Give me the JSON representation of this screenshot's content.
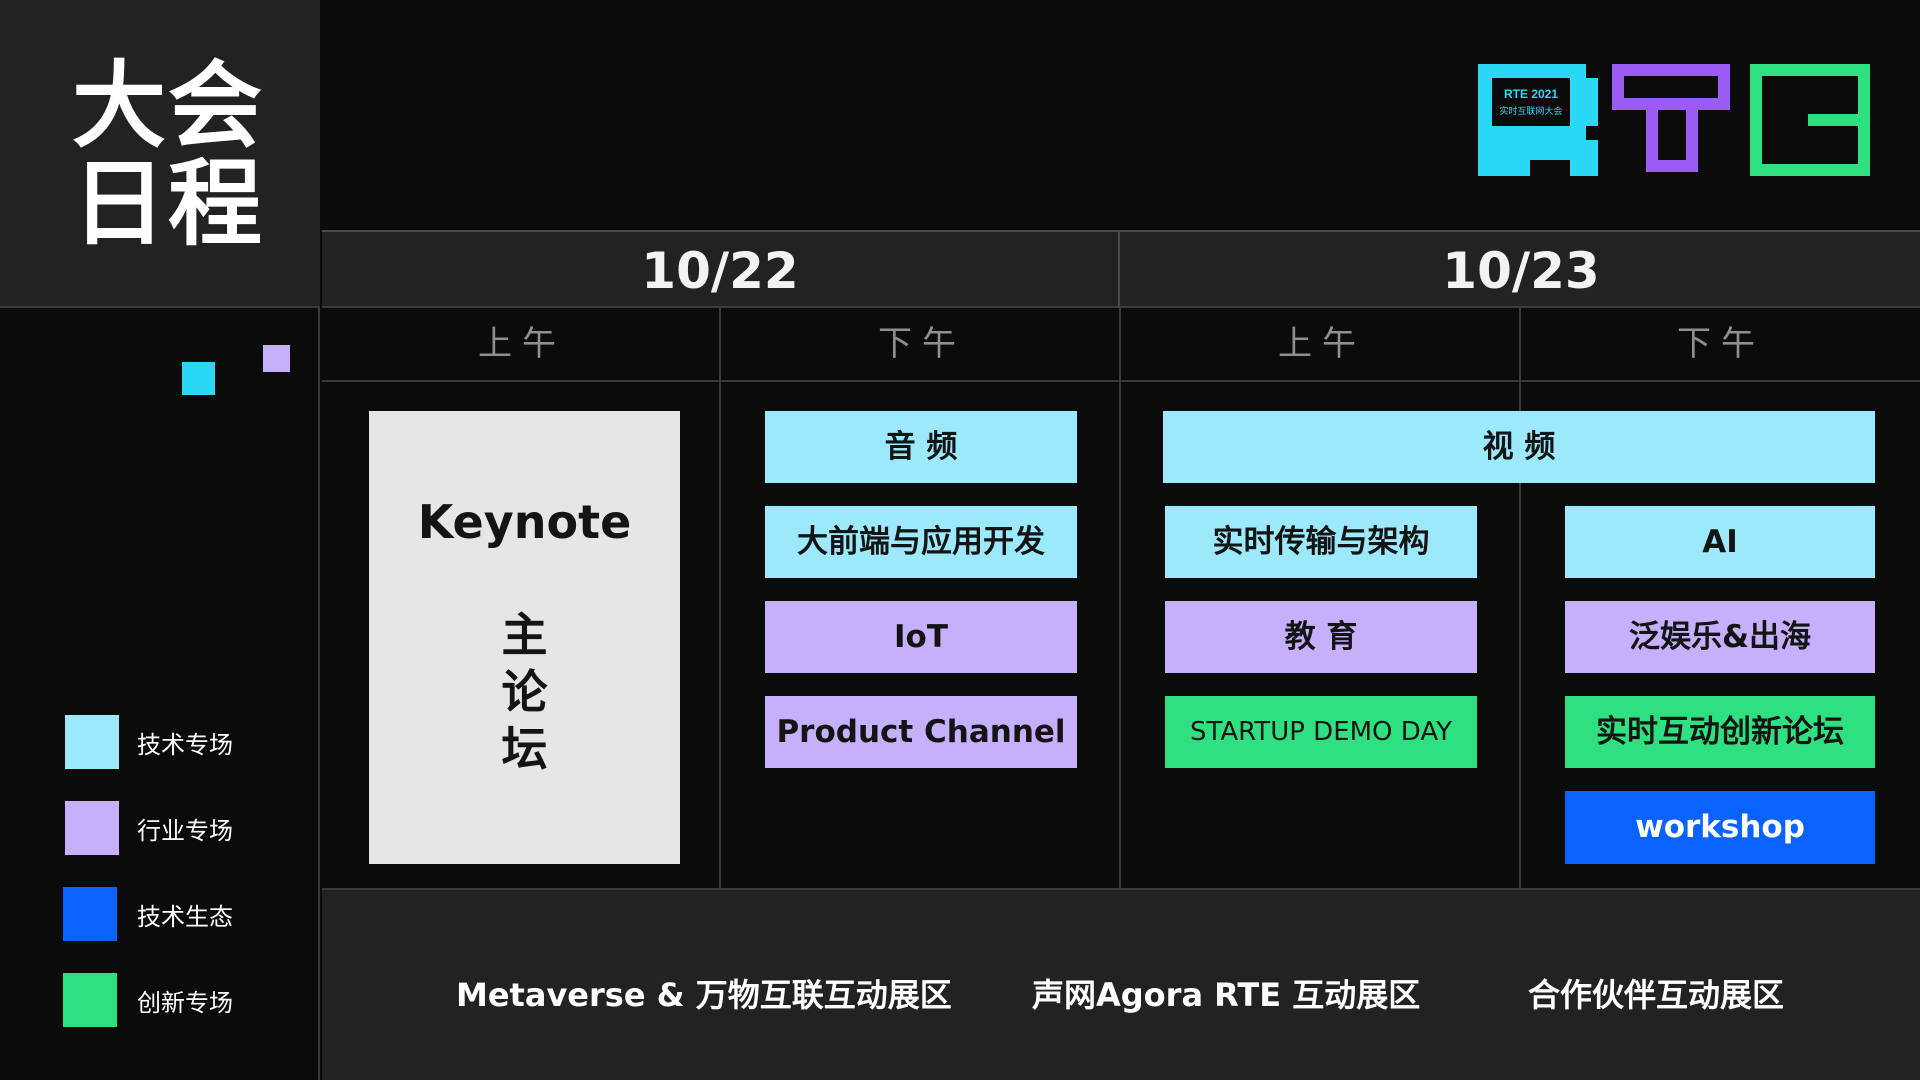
{
  "page": {
    "title_line1": "大会",
    "title_line2": "日程"
  },
  "dates": [
    "10/22",
    "10/23"
  ],
  "slots": [
    "上午",
    "下午",
    "上午",
    "下午"
  ],
  "logo": {
    "letters": "RTE",
    "badge_line1": "RTE 2021",
    "badge_line2": "实时互联网大会"
  },
  "sessions": {
    "keynote_title": "Keynote",
    "keynote_sub": "主\n论\n坛",
    "audio": "音 频",
    "frontend": "大前端与应用开发",
    "iot": "IoT",
    "product_channel": "Product Channel",
    "video": "视 频",
    "rtc_arch": "实时传输与架构",
    "ai": "AI",
    "education": "教 育",
    "entertainment": "泛娱乐&出海",
    "startup": "STARTUP DEMO DAY",
    "innovation_forum": "实时互动创新论坛",
    "workshop": "workshop"
  },
  "legend": [
    {
      "label": "技术专场",
      "color": "#9be9fb"
    },
    {
      "label": "行业专场",
      "color": "#c6b0fb"
    },
    {
      "label": "技术生态",
      "color": "#0a62ff"
    },
    {
      "label": "创新专场",
      "color": "#2fe080"
    }
  ],
  "footer": [
    "Metaverse & 万物互联互动展区",
    "声网Agora RTE 互动展区",
    "合作伙伴互动展区"
  ],
  "colors": {
    "tech": "#9be9fb",
    "industry": "#c6b0fb",
    "eco": "#0a62ff",
    "innovation": "#2fe080",
    "logo_cyan": "#2ad8f5",
    "logo_purple": "#9b5cf6",
    "logo_green": "#2fe080"
  }
}
